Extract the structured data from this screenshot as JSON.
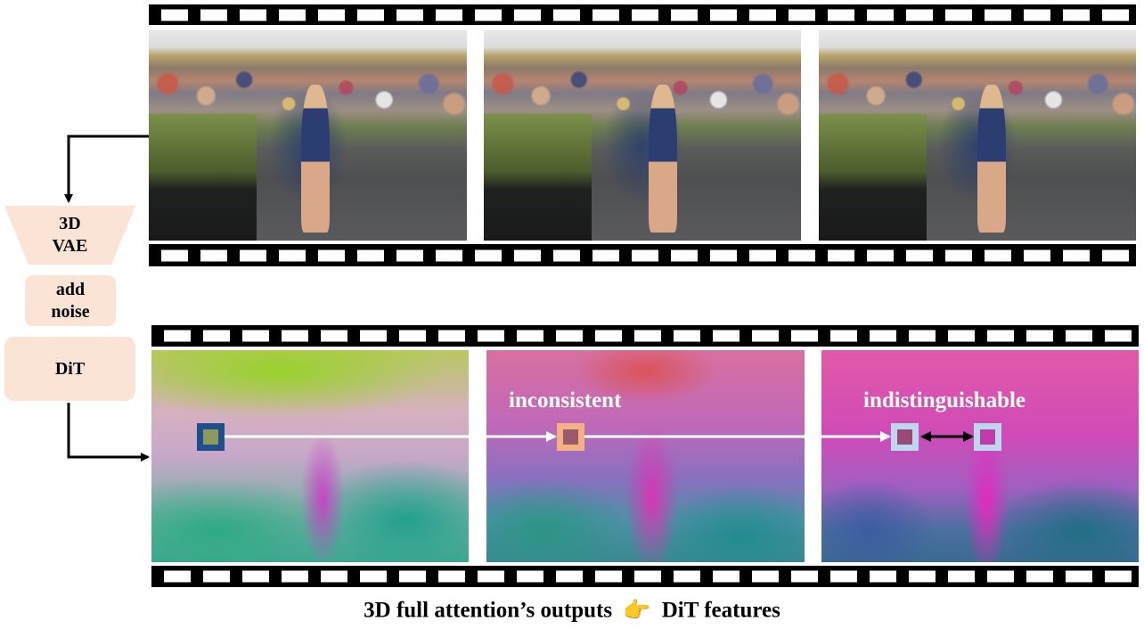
{
  "pipeline": {
    "vae_label_line1": "3D",
    "vae_label_line2": "VAE",
    "noise_label_line1": "add",
    "noise_label_line2": "noise",
    "dit_label": "DiT"
  },
  "features": {
    "label_inconsistent": "inconsistent",
    "label_indistinguishable": "indistinguishable"
  },
  "caption": {
    "left_text": "3D full attention’s outputs",
    "emoji": "👉",
    "right_text": "DiT features"
  },
  "colors": {
    "box_fill": "#fbe3d6",
    "marker_dark_blue": "#1f4e8c",
    "marker_peach": "#f4b183",
    "marker_light_blue": "#bdd7ee"
  }
}
